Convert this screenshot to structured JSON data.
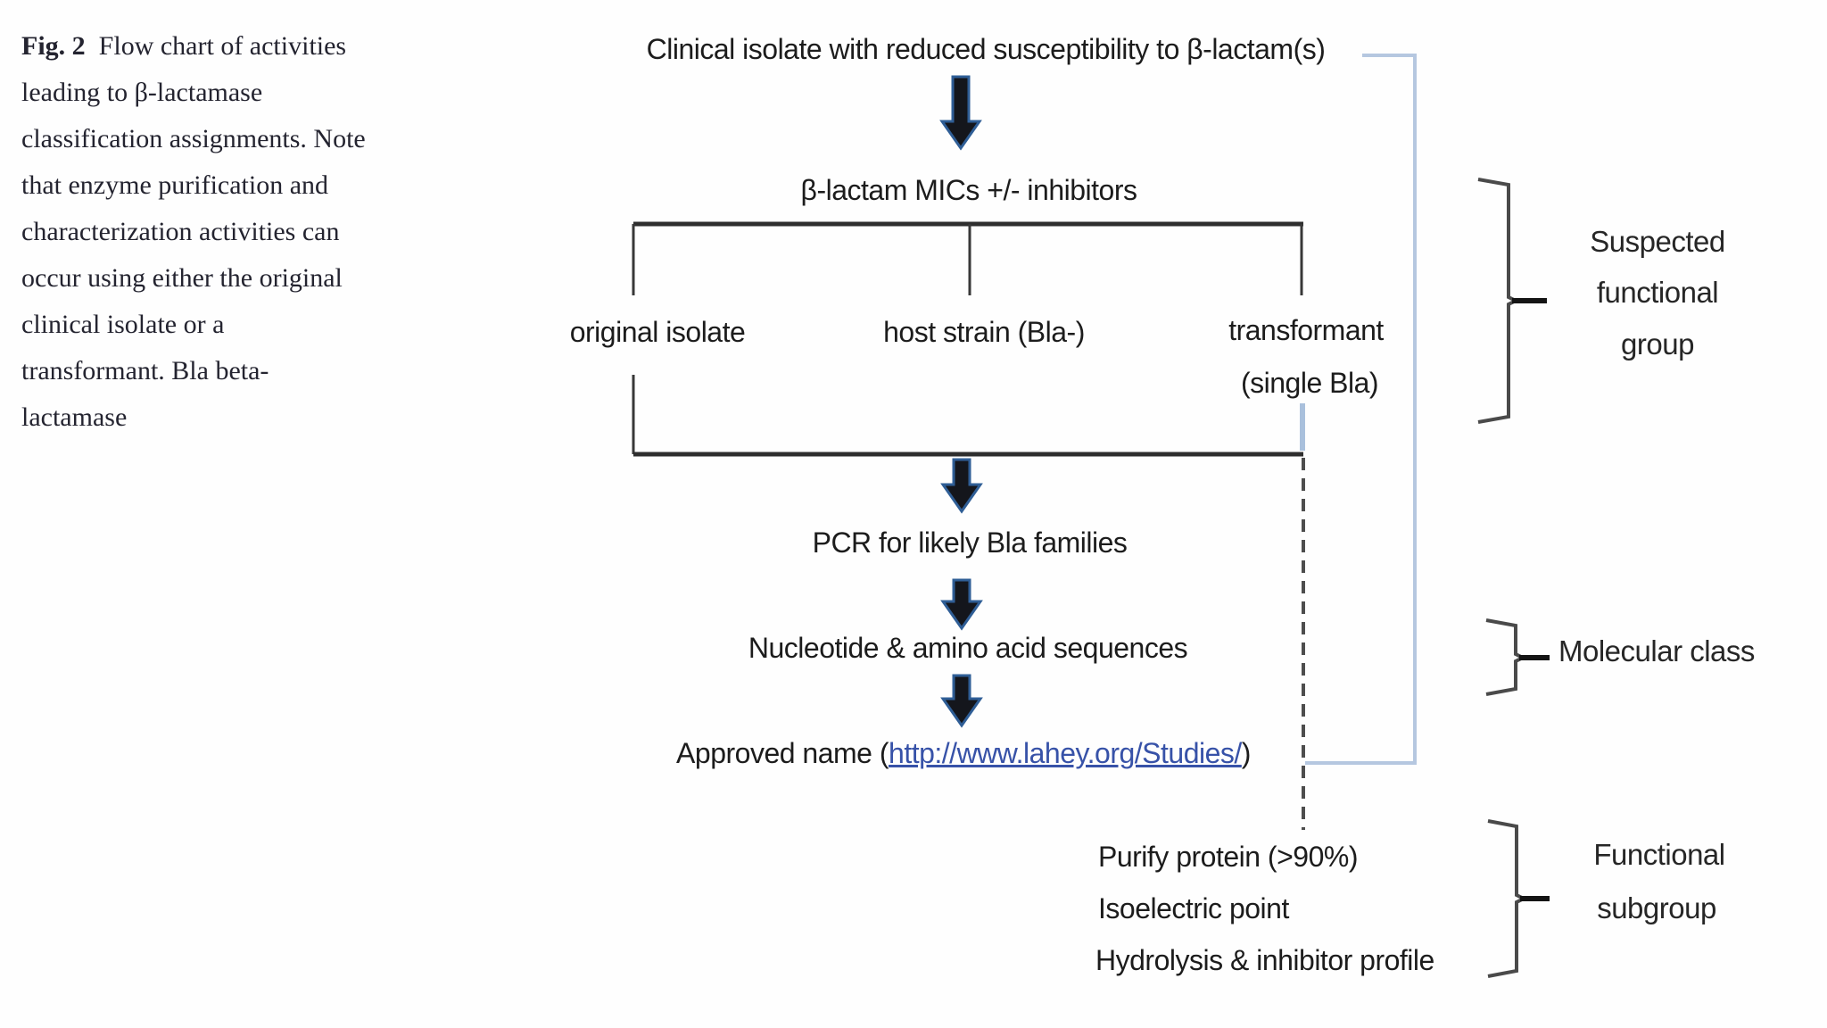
{
  "figure": {
    "caption": {
      "label": "Fig. 2",
      "lines": [
        "Flow chart of activities",
        "leading to β-lactamase",
        "classification assignments. Note",
        "that enzyme purification and",
        "characterization activities can",
        "occur using either the original",
        "clinical isolate or a",
        "transformant. Bla beta-",
        "lactamase"
      ]
    },
    "flow": {
      "clinical_isolate": "Clinical isolate with reduced susceptibility to β-lactam(s)",
      "mics": "β-lactam MICs +/- inhibitors",
      "branches": {
        "original": "original isolate",
        "host": "host strain (Bla-)",
        "transformant": "transformant",
        "transformant_sub": "(single Bla)"
      },
      "pcr": "PCR for likely Bla families",
      "sequences": "Nucleotide & amino acid sequences",
      "approved_prefix": "Approved name (",
      "approved_url": "http://www.lahey.org/Studies/",
      "approved_suffix": ")"
    },
    "characterization": [
      "Purify protein (>90%)",
      "Isoelectric point",
      "Hydrolysis & inhibitor profile"
    ],
    "annotations": {
      "suspected": [
        "Suspected",
        "functional",
        "group"
      ],
      "molecular": "Molecular class",
      "functional": [
        "Functional",
        "subgroup"
      ]
    },
    "colors": {
      "arrow_fill": "#14161c",
      "arrow_stroke": "#2f5e96",
      "connector_blue": "#b5c7e0",
      "dashed_line": "#4d4d4d",
      "solid_line": "#2e2e2e",
      "brace": "#4a4a4a",
      "link": "#3752a8",
      "flow_text": "#1c1c1c",
      "caption_text": "#242430"
    }
  }
}
